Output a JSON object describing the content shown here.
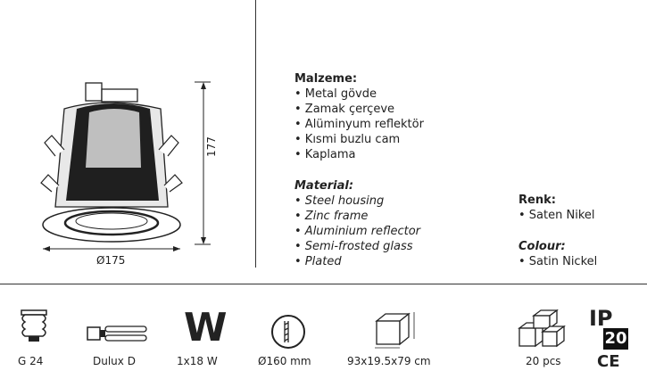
{
  "drawing": {
    "width_label": "Ø175",
    "height_label": "177"
  },
  "specs_tr": {
    "title": "Malzeme:",
    "items": [
      "• Metal gövde",
      "• Zamak çerçeve",
      "• Alüminyum reflektör",
      "• Kısmi buzlu cam",
      "• Kaplama"
    ]
  },
  "specs_en": {
    "title": "Material:",
    "items": [
      "• Steel housing",
      "• Zinc frame",
      "• Aluminium reflector",
      "• Semi-frosted glass",
      "• Plated"
    ]
  },
  "colour_tr": {
    "title": "Renk:",
    "value": "• Saten Nikel"
  },
  "colour_en": {
    "title": "Colour:",
    "value": "• Satin Nickel"
  },
  "icons": {
    "socket": "G 24",
    "lamp": "Dulux D",
    "power_symbol": "W",
    "power": "1x18 W",
    "cutout": "Ø160 mm",
    "box": "93x19.5x79 cm",
    "pack": "20 pcs",
    "ip_letters": "IP",
    "ip_number": "20",
    "ce": "CE"
  }
}
